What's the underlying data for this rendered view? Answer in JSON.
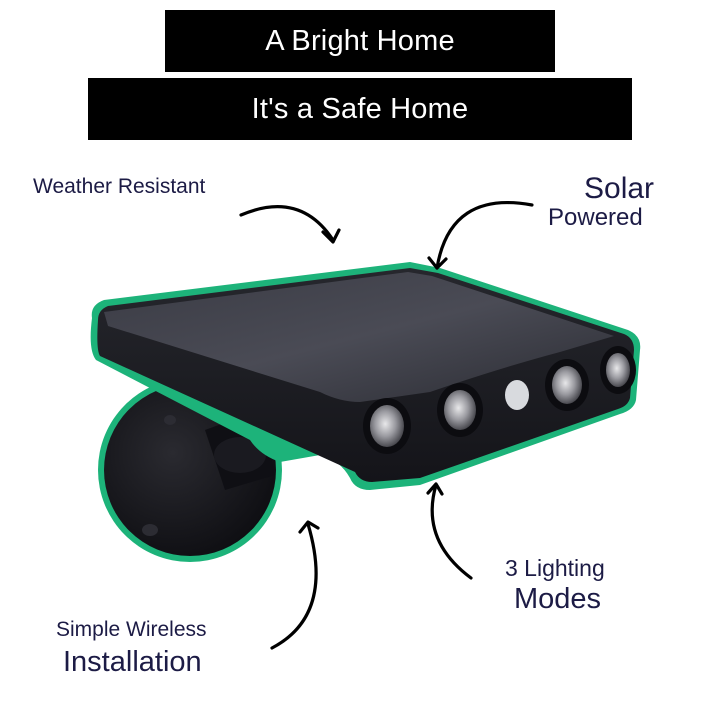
{
  "banners": [
    {
      "text": "A Bright Home"
    },
    {
      "text": "It's a Safe Home"
    }
  ],
  "callouts": {
    "weather_resistant": {
      "line1": "Weather Resistant"
    },
    "solar_powered": {
      "line1": "Solar",
      "line2": "Powered"
    },
    "lighting_modes": {
      "line1": "3 Lighting",
      "line2": "Modes"
    },
    "installation": {
      "line1": "Simple Wireless",
      "line2": "Installation"
    }
  },
  "product": {
    "name": "solar motion sensor light",
    "led_count": 4,
    "sensor_count": 1
  },
  "colors": {
    "banner_bg": "#000000",
    "banner_text": "#ffffff",
    "label_text": "#1c1b45",
    "outline_accent": "#1db37a",
    "product_body": "#1e1f26"
  }
}
